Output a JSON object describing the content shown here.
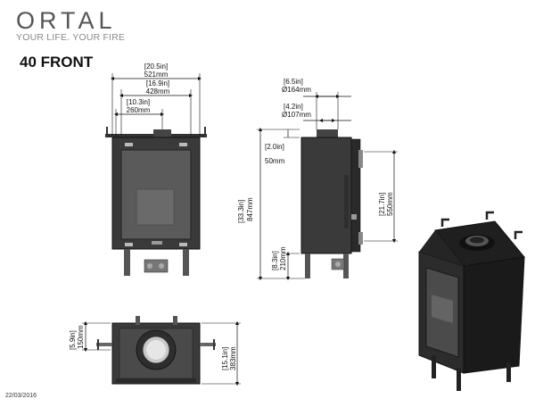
{
  "brand": {
    "logo": "ORTAL",
    "tagline": "YOUR LIFE. YOUR FIRE"
  },
  "model": "40 FRONT",
  "date": "22/03/2016",
  "colors": {
    "stove_body": "#3a3a3a",
    "glass": "#5a5a5a",
    "dim_line": "#111111",
    "brand_gray": "#666666"
  },
  "front_view": {
    "width_in": "[20.5in]",
    "width_mm": "521mm",
    "inner_in": "[16.9in]",
    "inner_mm": "428mm",
    "flue_in": "[10.3in]",
    "flue_mm": "260mm"
  },
  "side_view": {
    "flue_outer_in": "[6.5in]",
    "flue_outer_mm": "Ø164mm",
    "flue_inner_in": "[4.2in]",
    "flue_inner_mm": "Ø107mm",
    "top_offset_in": "[2.0in]",
    "top_offset_mm": "50mm",
    "total_height_in": "[33.3in]",
    "total_height_mm": "847mm",
    "glass_height_in": "[21.7in]",
    "glass_height_mm": "550mm",
    "leg_height_in": "[8.3in]",
    "leg_height_mm": "210mm"
  },
  "top_view": {
    "front_in": "[5.9in]",
    "front_mm": "150mm",
    "depth_in": "[15.1in]",
    "depth_mm": "383mm"
  }
}
